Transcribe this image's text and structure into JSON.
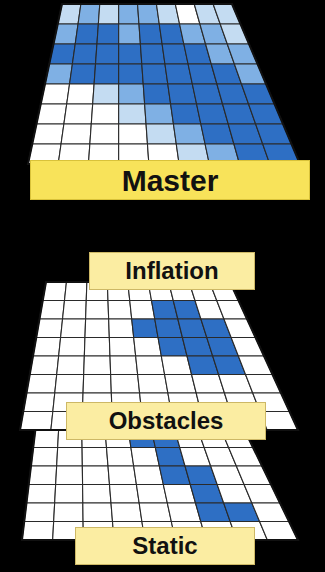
{
  "diagram": {
    "nodes": [
      {
        "text": [
          "Master"
        ]
      },
      {
        "text": [
          "Inflation"
        ]
      },
      {
        "text": [
          "Obstacles"
        ]
      },
      {
        "text": [
          "Static"
        ]
      }
    ]
  }
}
